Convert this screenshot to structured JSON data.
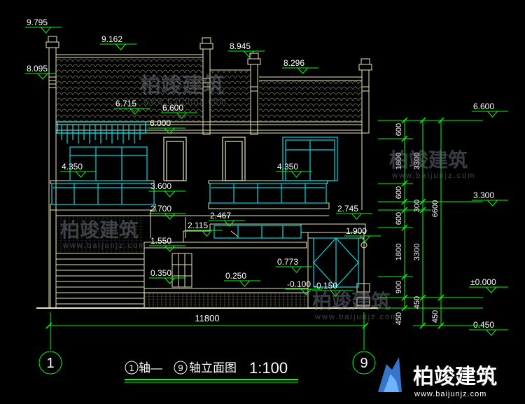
{
  "drawing": {
    "title_axis_a": "1",
    "title_mid": "轴—",
    "title_axis_b": "9",
    "title_tail": "轴立面图",
    "scale": "1:100",
    "overall_width": "11800",
    "axis_left": "1",
    "axis_right": "9"
  },
  "elevations": [
    {
      "id": "e9795",
      "label": "9.795"
    },
    {
      "id": "e9162",
      "label": "9.162"
    },
    {
      "id": "e8945",
      "label": "8.945"
    },
    {
      "id": "e8095",
      "label": "8.095"
    },
    {
      "id": "e8296",
      "label": "8.296"
    },
    {
      "id": "e6715",
      "label": "6.715"
    },
    {
      "id": "e6600",
      "label": "6.600"
    },
    {
      "id": "e6000",
      "label": "6.000"
    },
    {
      "id": "e4350a",
      "label": "4.350"
    },
    {
      "id": "e4350b",
      "label": "4.350"
    },
    {
      "id": "e3600",
      "label": "3.600"
    },
    {
      "id": "e2700",
      "label": "2.700"
    },
    {
      "id": "e2467",
      "label": "2.467"
    },
    {
      "id": "e2745",
      "label": "2.745"
    },
    {
      "id": "e2115",
      "label": "2.115"
    },
    {
      "id": "e1900",
      "label": "1.900"
    },
    {
      "id": "e1550",
      "label": "1.550"
    },
    {
      "id": "e0773",
      "label": "0.773"
    },
    {
      "id": "e0350",
      "label": "0.350"
    },
    {
      "id": "e0250",
      "label": "0.250"
    },
    {
      "id": "e-0100",
      "label": "-0.100"
    },
    {
      "id": "e-0150",
      "label": "-0.150"
    },
    {
      "id": "r6600",
      "label": "6.600"
    },
    {
      "id": "r3300",
      "label": "3.300"
    },
    {
      "id": "r0000",
      "label": "±0.000"
    },
    {
      "id": "r-0450",
      "label": "-0.450"
    }
  ],
  "dims_col1": [
    "600",
    "1800",
    "600",
    "600",
    "1800",
    "900",
    "450"
  ],
  "dims_col2": [
    "3300",
    "300",
    "3300",
    "450"
  ],
  "dims_col3": [
    "6600",
    "450"
  ],
  "watermark": {
    "text": "柏竣建筑",
    "url": "www.baijunjz.com",
    "logo_color": "#3a7bd5"
  },
  "colors": {
    "background": "#000000",
    "line": "#e8e6b0",
    "glass": "#00d8e0",
    "dimension": "#00ff00",
    "text": "#ffffff"
  }
}
